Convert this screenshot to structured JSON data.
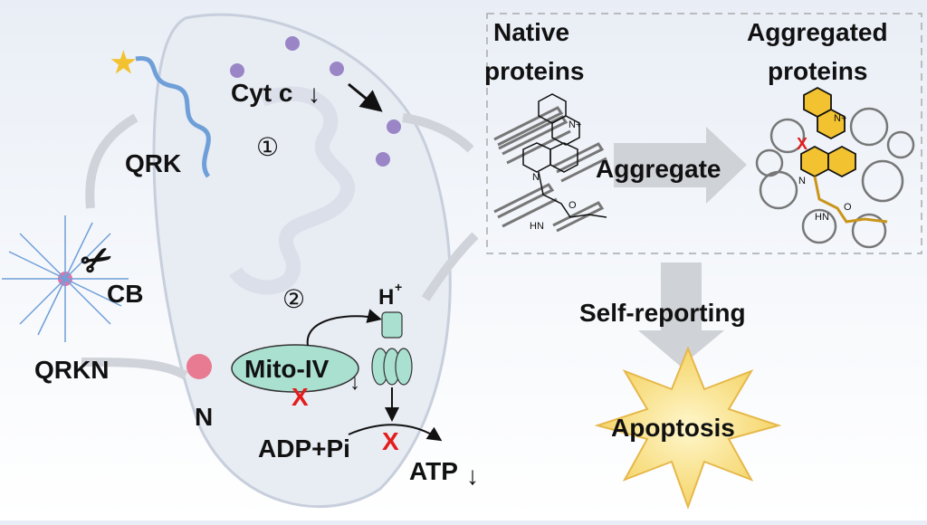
{
  "labels": {
    "native": [
      "Native",
      "proteins"
    ],
    "aggregated": [
      "Aggregated",
      "proteins"
    ],
    "cytc": "Cyt c",
    "step1": "①",
    "step2": "②",
    "qrk": "QRK",
    "cb": "CB",
    "qrkn": "QRKN",
    "n": "N",
    "mito": "Mito-IV",
    "h": "H",
    "h_sup": "+",
    "adp": "ADP+Pi",
    "atp": "ATP",
    "aggregate": "Aggregate",
    "self_reporting": "Self-reporting",
    "apoptosis": "Apoptosis",
    "down_arrow": "↓",
    "x_mark": "X"
  },
  "chem": {
    "hn": "HN",
    "o": "O",
    "n": "N",
    "nplus": "N+"
  },
  "colors": {
    "vesicle": "#9a86c6",
    "mito_complex": "#a9e0d0",
    "fluor": "#f2c230",
    "inhibit": "#e51c1c",
    "strand": "#6f9fd8"
  }
}
